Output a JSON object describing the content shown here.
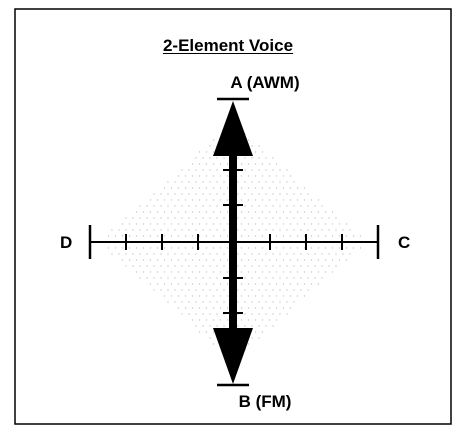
{
  "title": "2-Element Voice",
  "axes": {
    "top_label": "A (AWM)",
    "bottom_label": "B (FM)",
    "left_label": "D",
    "right_label": "C"
  },
  "colors": {
    "ink": "#000000",
    "background": "#ffffff",
    "dots": "#c8c8c8"
  }
}
